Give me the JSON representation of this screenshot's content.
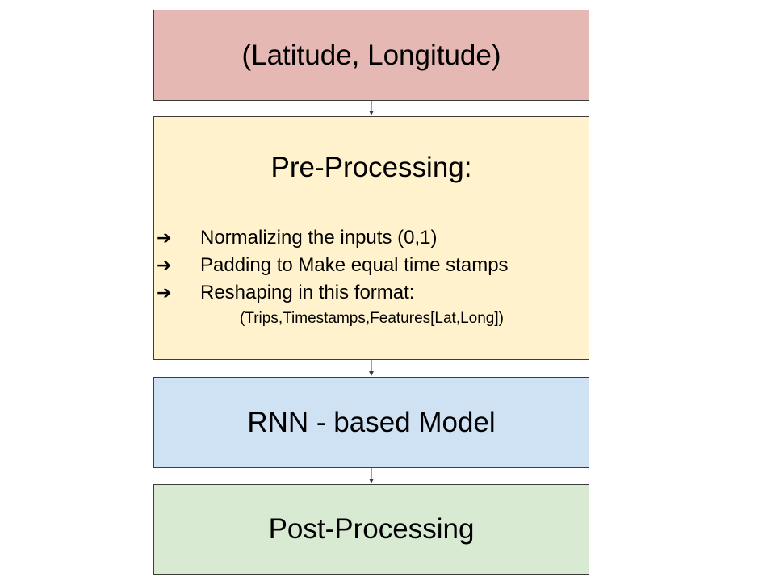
{
  "colors": {
    "input_fill": "#e6b8b3",
    "pre_fill": "#fff2cc",
    "model_fill": "#cfe2f3",
    "post_fill": "#d9ead3",
    "border": "#3c3c3c"
  },
  "diagram": {
    "input": {
      "label": "(Latitude, Longitude)"
    },
    "preprocessing": {
      "title": "Pre-Processing:",
      "bullet_icon": "arrow-right-icon",
      "bullets": [
        {
          "arrow": "➔",
          "text": "Normalizing the inputs (0,1)"
        },
        {
          "arrow": "➔",
          "text": "Padding to Make equal time stamps"
        },
        {
          "arrow": "➔",
          "text": "Reshaping in this format:"
        }
      ],
      "format": "(Trips,Timestamps,Features[Lat,Long])"
    },
    "model": {
      "label": "RNN - based Model"
    },
    "postprocessing": {
      "label": "Post-Processing"
    }
  }
}
